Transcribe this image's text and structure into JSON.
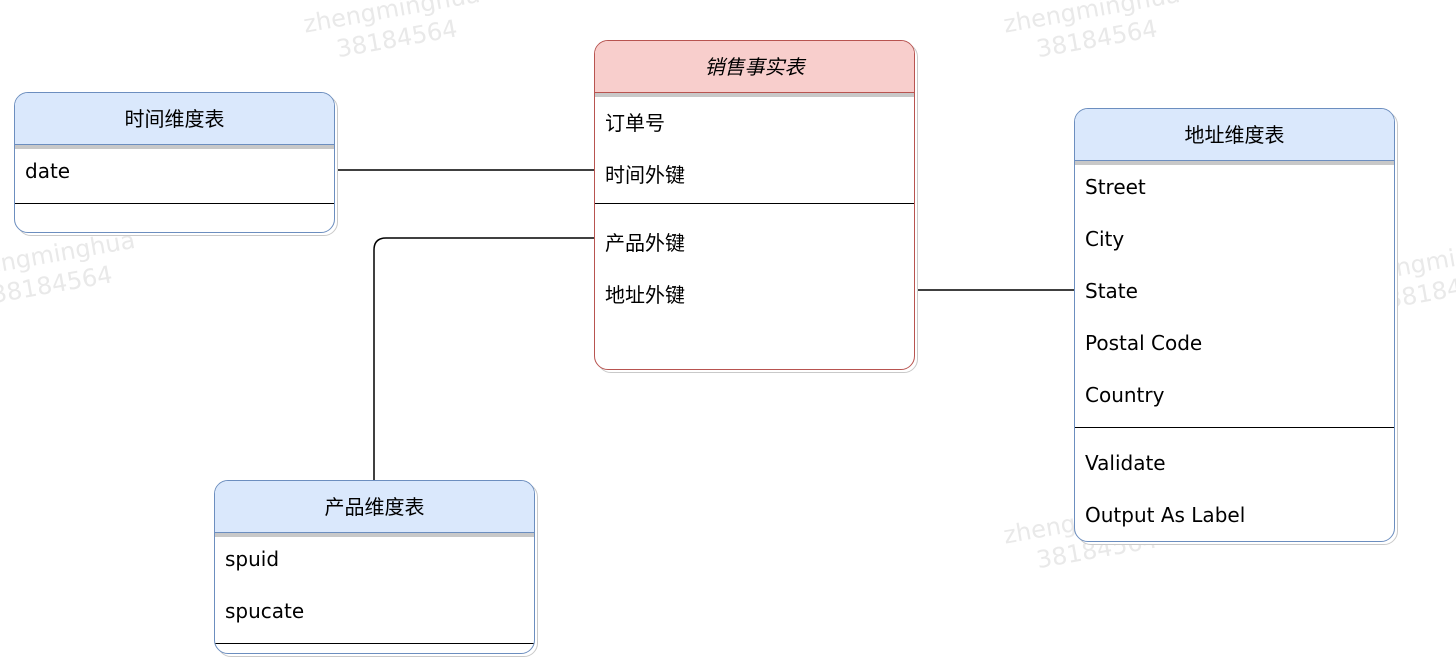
{
  "watermark": {
    "line1": "zhengminghua",
    "line2": "38184564"
  },
  "entities": {
    "time_dim": {
      "title": "时间维度表",
      "fields": [
        "date"
      ]
    },
    "sales_fact": {
      "title": "销售事实表",
      "fields": [
        "订单号",
        "时间外键",
        "产品外键",
        "地址外键"
      ]
    },
    "address_dim": {
      "title": "地址维度表",
      "fields": [
        "Street",
        "City",
        "State",
        "Postal Code",
        "Country"
      ],
      "methods": [
        "Validate",
        "Output As Label"
      ]
    },
    "product_dim": {
      "title": "产品维度表",
      "fields": [
        "spuid",
        "spucate"
      ]
    }
  },
  "colors": {
    "dimension_fill": "#dae8fc",
    "dimension_stroke": "#6c8ebf",
    "fact_fill": "#f8cecc",
    "fact_stroke": "#b85450",
    "connector": "#000000",
    "watermark": "#e9e9e9"
  }
}
